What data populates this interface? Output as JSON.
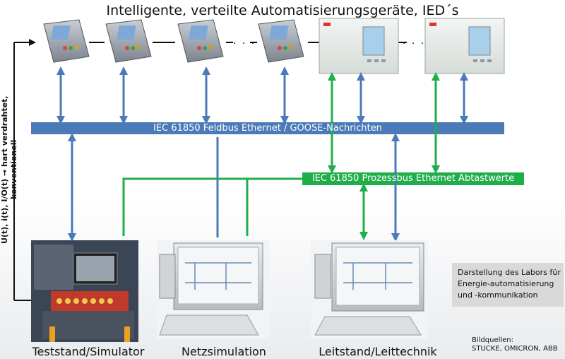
{
  "title": "Intelligente, verteilte Automatisierungsgeräte, IED´s",
  "side_label": "U(t), i(t), I/O(t) → hart verdrahtet, konventionell",
  "feldbus": {
    "label": "IEC 61850 Feldbus Ethernet / GOOSE-Nachrichten",
    "color": "#4a7ab8"
  },
  "prozessbus": {
    "label": "IEC 61850 Prozessbus Ethernet  Abtastwerte",
    "color": "#1fae4a"
  },
  "ellipsis": "· · ·",
  "stations": [
    {
      "label": "Teststand/Simulator"
    },
    {
      "label": "Netzsimulation"
    },
    {
      "label": "Leitstand/Leittechnik"
    }
  ],
  "infobox": {
    "line1": "Darstellung des Labors für",
    "line2": "Energie-automatisierung",
    "line3": "und -kommunikation"
  },
  "credits": {
    "line1": "Bildquellen:",
    "line2": "STUCKE, OMICRON, ABB"
  }
}
